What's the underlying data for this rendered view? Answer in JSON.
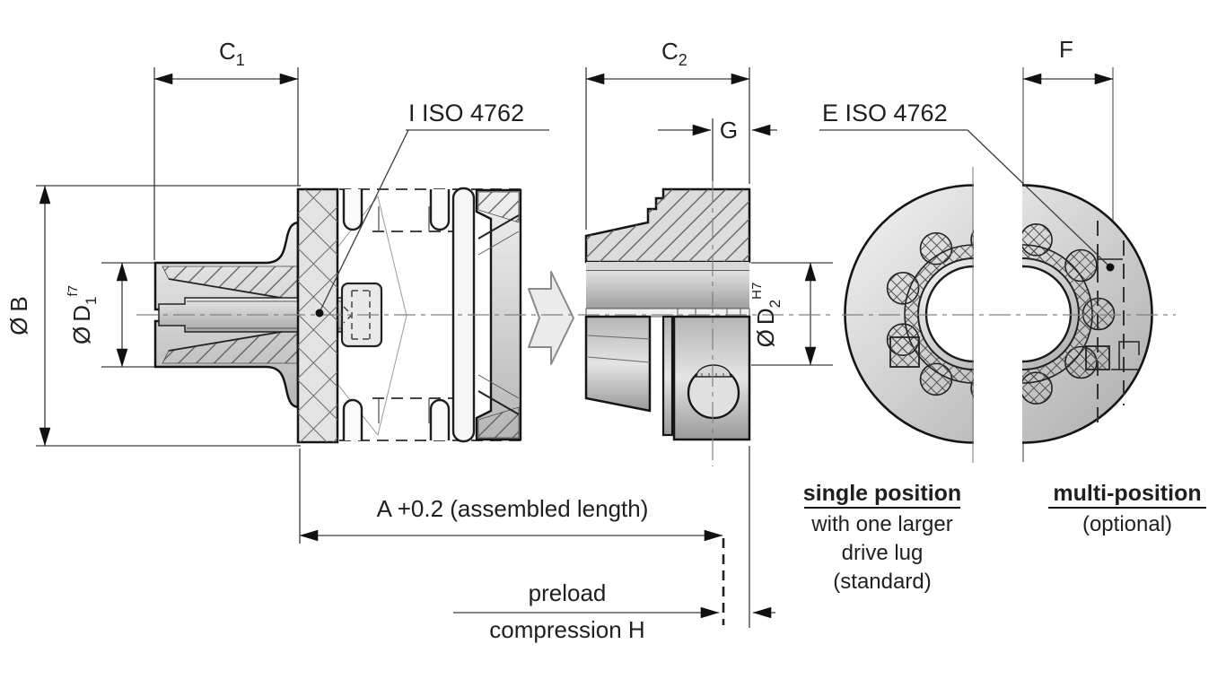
{
  "drawing": {
    "dim_labels": {
      "c1": {
        "main": "C",
        "sub": "1"
      },
      "c2": {
        "main": "C",
        "sub": "2"
      },
      "f": "F",
      "g": "G",
      "b": {
        "prefix": "Ø",
        "main": "B"
      },
      "d1": {
        "prefix": "Ø",
        "main": "D",
        "sub": "1",
        "sup": "f7"
      },
      "d2": {
        "prefix": "Ø",
        "main": "D",
        "sub": "2",
        "sup": "H7"
      },
      "assembled_length": "A +0.2 (assembled length)",
      "preload_line1": "preload",
      "preload_line2": "compression H"
    },
    "callouts": {
      "left_screw": "I ISO  4762",
      "right_screw": "E ISO  4762"
    },
    "captions": {
      "single": {
        "title": "single position",
        "line1": "with one larger",
        "line2": "drive lug",
        "line3": "(standard)"
      },
      "multi": {
        "title": "multi-position",
        "line1": "(optional)"
      }
    },
    "colors": {
      "outline": "#151515",
      "thin_line": "#3c3c3c",
      "centerline": "#808080",
      "background": "#ffffff",
      "fill_light": "#f2f2f2",
      "fill_mid": "#c9c9c9",
      "fill_dark": "#a0a0a0",
      "text": "#1f1f1f"
    }
  }
}
